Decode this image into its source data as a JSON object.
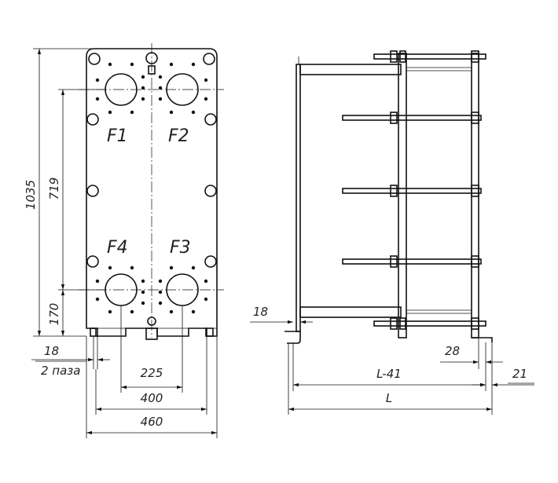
{
  "front_view": {
    "port_labels": [
      "F1",
      "F2",
      "F4",
      "F3"
    ],
    "dims": {
      "overall_height": "1035",
      "port_spacing_v": "719",
      "bottom_port_height": "170",
      "slot_size": "18",
      "slot_note": "2 паза",
      "port_spacing_h": "225",
      "foot_spacing": "400",
      "overall_width": "460"
    }
  },
  "side_view": {
    "dims": {
      "frame_inner": "L-41",
      "frame_length": "L",
      "bolt_end": "28",
      "foot_offset": "21",
      "slot": "18"
    }
  }
}
